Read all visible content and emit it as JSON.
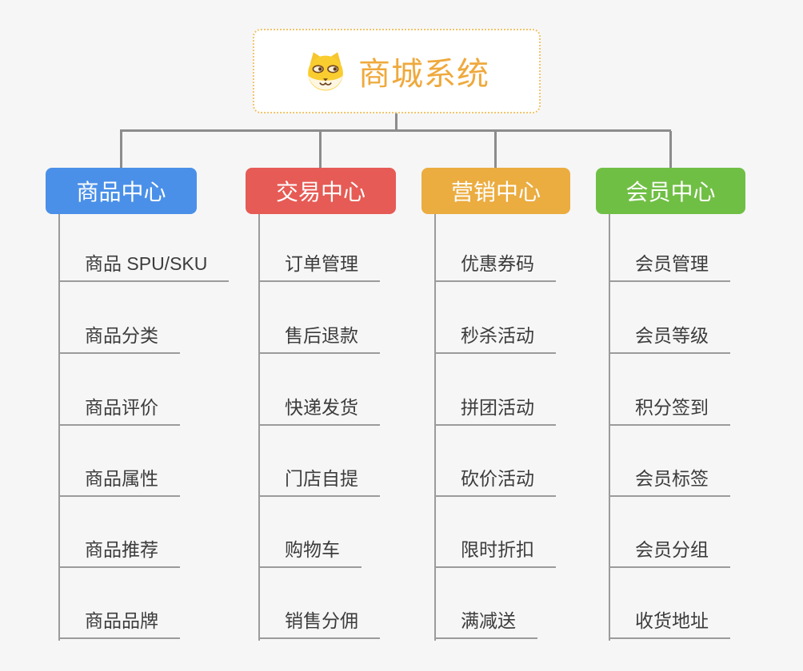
{
  "root": {
    "title": "商城系统",
    "title_color": "#efa93c",
    "border_color": "#f2c36b",
    "icon": "shiba-dog-icon"
  },
  "colors": {
    "background": "#f6f6f6",
    "connector": "#8c8c8c",
    "leaf_text": "#3c3c3c"
  },
  "branches": [
    {
      "label": "商品中心",
      "color": "#4a90e8",
      "children": [
        "商品 SPU/SKU",
        "商品分类",
        "商品评价",
        "商品属性",
        "商品推荐",
        "商品品牌"
      ]
    },
    {
      "label": "交易中心",
      "color": "#e65b55",
      "children": [
        "订单管理",
        "售后退款",
        "快递发货",
        "门店自提",
        "购物车",
        "销售分佣"
      ]
    },
    {
      "label": "营销中心",
      "color": "#ebac40",
      "children": [
        "优惠券码",
        "秒杀活动",
        "拼团活动",
        "砍价活动",
        "限时折扣",
        "满减送"
      ]
    },
    {
      "label": "会员中心",
      "color": "#70bf45",
      "children": [
        "会员管理",
        "会员等级",
        "积分签到",
        "会员标签",
        "会员分组",
        "收货地址"
      ]
    }
  ]
}
